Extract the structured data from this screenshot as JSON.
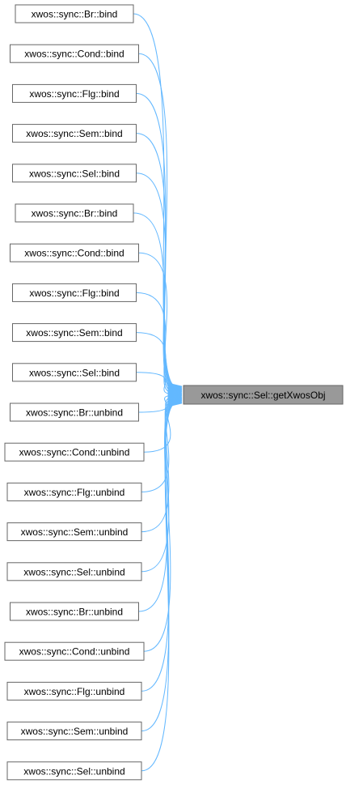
{
  "target": {
    "label": "xwos::sync::Sel::getXwosObj"
  },
  "callers": [
    {
      "label": "xwos::sync::Br::bind"
    },
    {
      "label": "xwos::sync::Cond::bind"
    },
    {
      "label": "xwos::sync::Flg::bind"
    },
    {
      "label": "xwos::sync::Sem::bind"
    },
    {
      "label": "xwos::sync::Sel::bind"
    },
    {
      "label": "xwos::sync::Br::bind"
    },
    {
      "label": "xwos::sync::Cond::bind"
    },
    {
      "label": "xwos::sync::Flg::bind"
    },
    {
      "label": "xwos::sync::Sem::bind"
    },
    {
      "label": "xwos::sync::Sel::bind"
    },
    {
      "label": "xwos::sync::Br::unbind"
    },
    {
      "label": "xwos::sync::Cond::unbind"
    },
    {
      "label": "xwos::sync::Flg::unbind"
    },
    {
      "label": "xwos::sync::Sem::unbind"
    },
    {
      "label": "xwos::sync::Sel::unbind"
    },
    {
      "label": "xwos::sync::Br::unbind"
    },
    {
      "label": "xwos::sync::Cond::unbind"
    },
    {
      "label": "xwos::sync::Flg::unbind"
    },
    {
      "label": "xwos::sync::Sem::unbind"
    },
    {
      "label": "xwos::sync::Sel::unbind"
    }
  ],
  "colors": {
    "edge": "#63b8ff",
    "target_fill": "#999999",
    "node_border": "#666666"
  }
}
